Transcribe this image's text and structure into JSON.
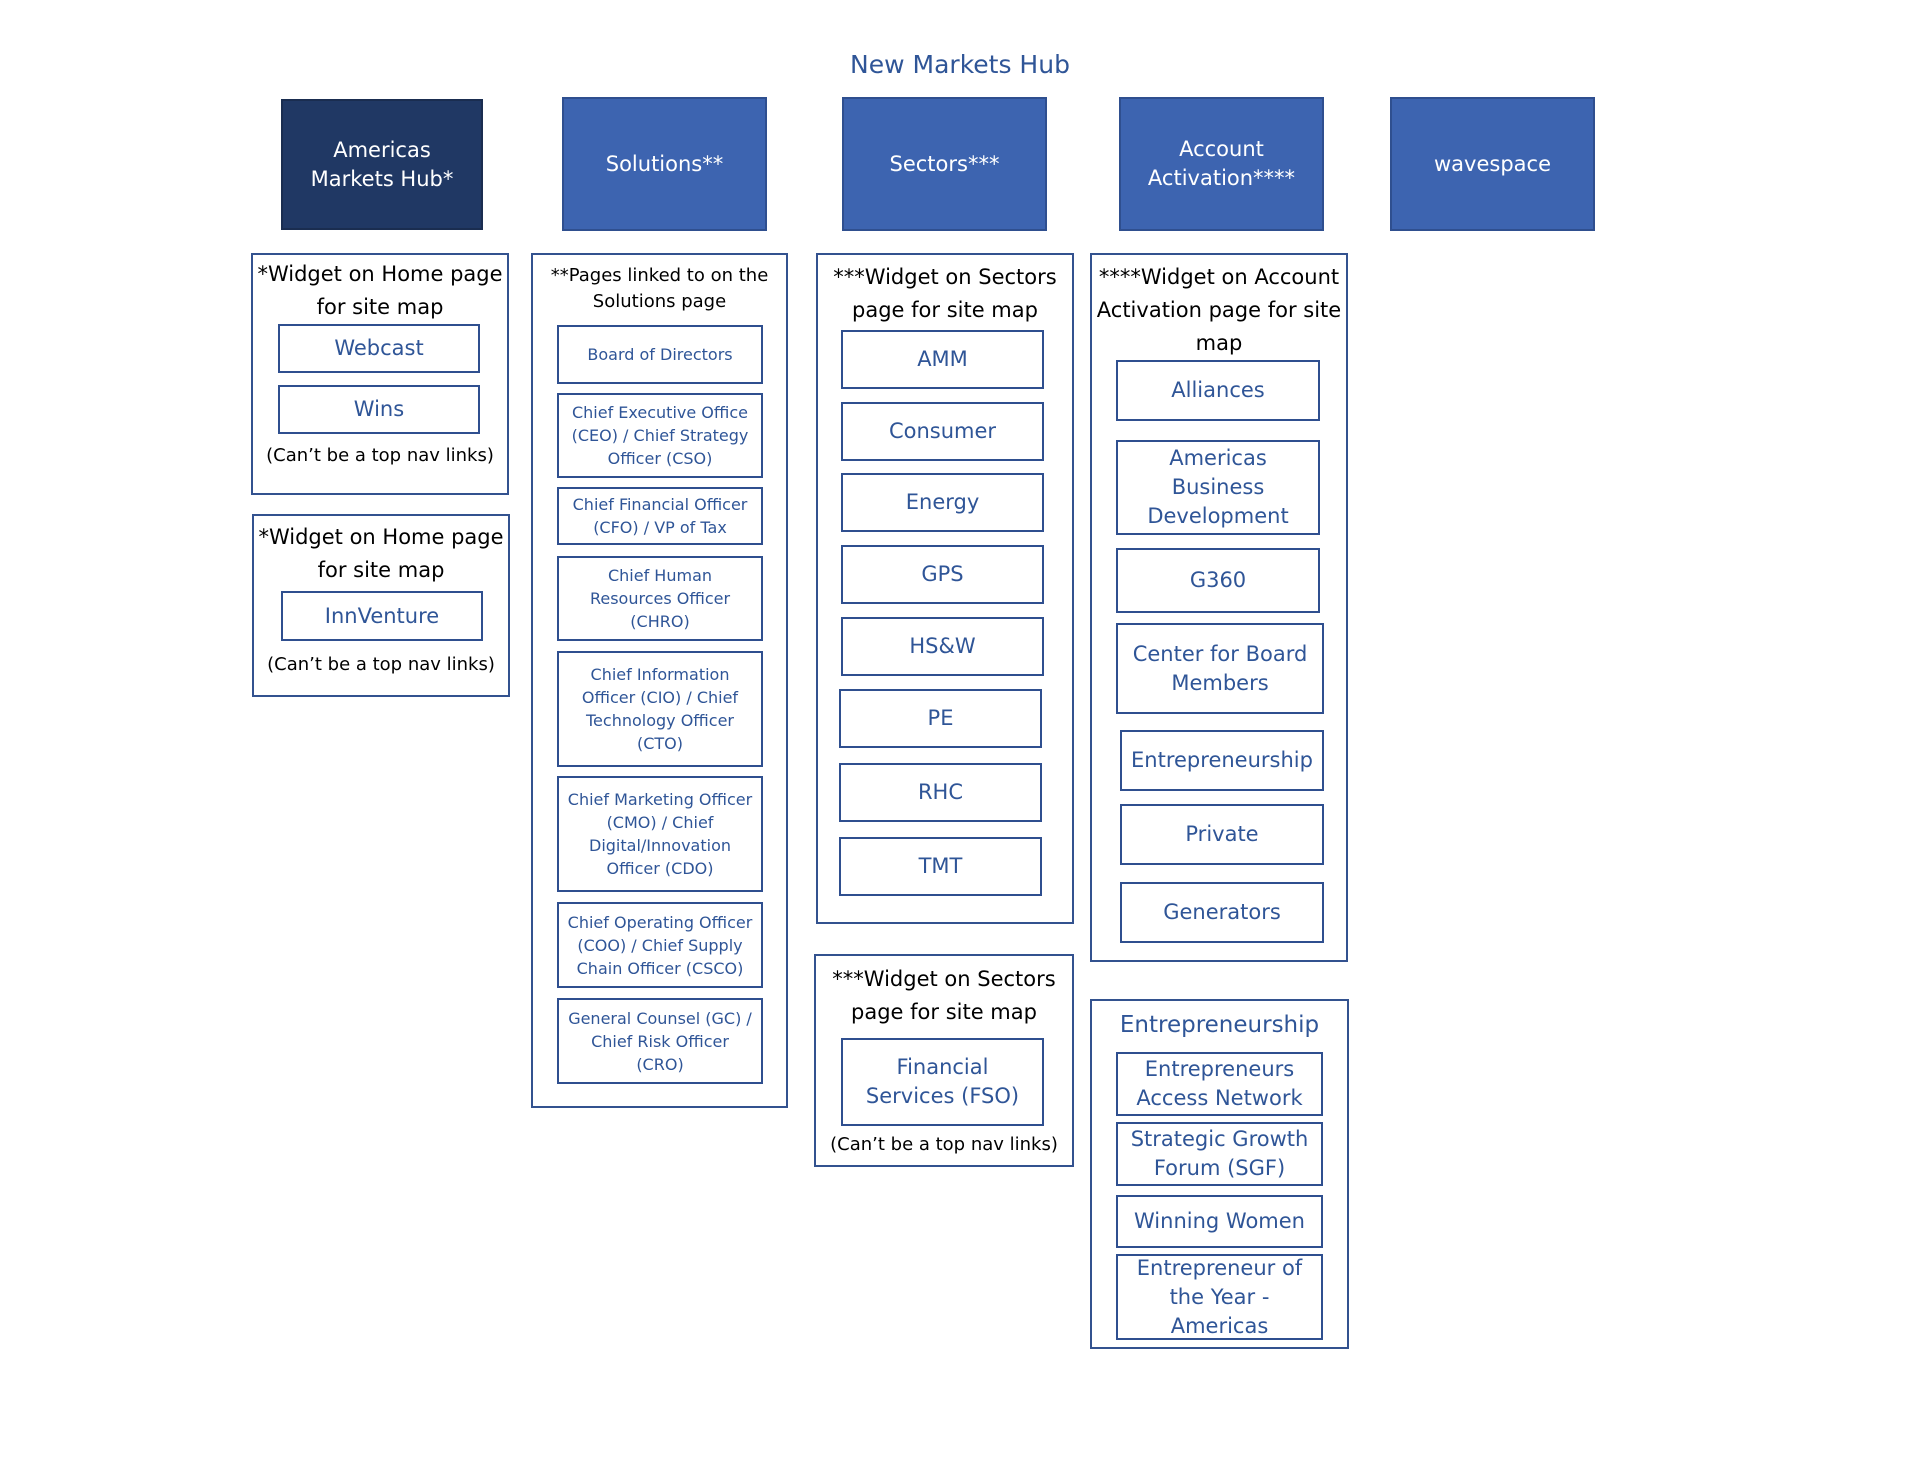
{
  "title": "New Markets Hub",
  "top_nav": [
    "Americas Markets Hub*",
    "Solutions**",
    "Sectors***",
    "Account Activation****",
    "wavespace"
  ],
  "hub_widget_1": {
    "header": "*Widget on Home page for site map",
    "items": [
      "Webcast",
      "Wins"
    ],
    "note": "(Can’t be a top nav links)"
  },
  "hub_widget_2": {
    "header": "*Widget on Home page for site map",
    "items": [
      "InnVenture"
    ],
    "note": "(Can’t be a top nav links)"
  },
  "solutions_widget": {
    "header": "**Pages linked to on the Solutions page",
    "items": [
      "Board of Directors",
      "Chief Executive Office (CEO) / Chief Strategy Officer (CSO)",
      "Chief Financial Officer (CFO) / VP of Tax",
      "Chief Human Resources Officer (CHRO)",
      "Chief Information Officer (CIO) / Chief Technology Officer (CTO)",
      "Chief Marketing Officer (CMO) / Chief Digital/Innovation Officer (CDO)",
      "Chief Operating Officer (COO) / Chief Supply Chain Officer (CSCO)",
      "General Counsel (GC) / Chief Risk Officer (CRO)"
    ]
  },
  "sectors_widget_1": {
    "header": "***Widget on Sectors page for site map",
    "items": [
      "AMM",
      "Consumer",
      "Energy",
      "GPS",
      "HS&W",
      "PE",
      "RHC",
      "TMT"
    ]
  },
  "sectors_widget_2": {
    "header": "***Widget on Sectors page for site map",
    "items": [
      "Financial Services (FSO)"
    ],
    "note": "(Can’t be a top nav links)"
  },
  "account_widget": {
    "header": "****Widget on Account Activation page for site map",
    "items": [
      "Alliances",
      "Americas Business Development",
      "G360",
      "Center for Board Members",
      "Entrepreneurship",
      "Private",
      "Generators"
    ]
  },
  "entrepreneurship_widget": {
    "header": "Entrepreneurship",
    "items": [
      "Entrepreneurs Access Network",
      "Strategic Growth Forum (SGF)",
      "Winning Women",
      "Entrepreneur of the Year - Americas"
    ]
  }
}
